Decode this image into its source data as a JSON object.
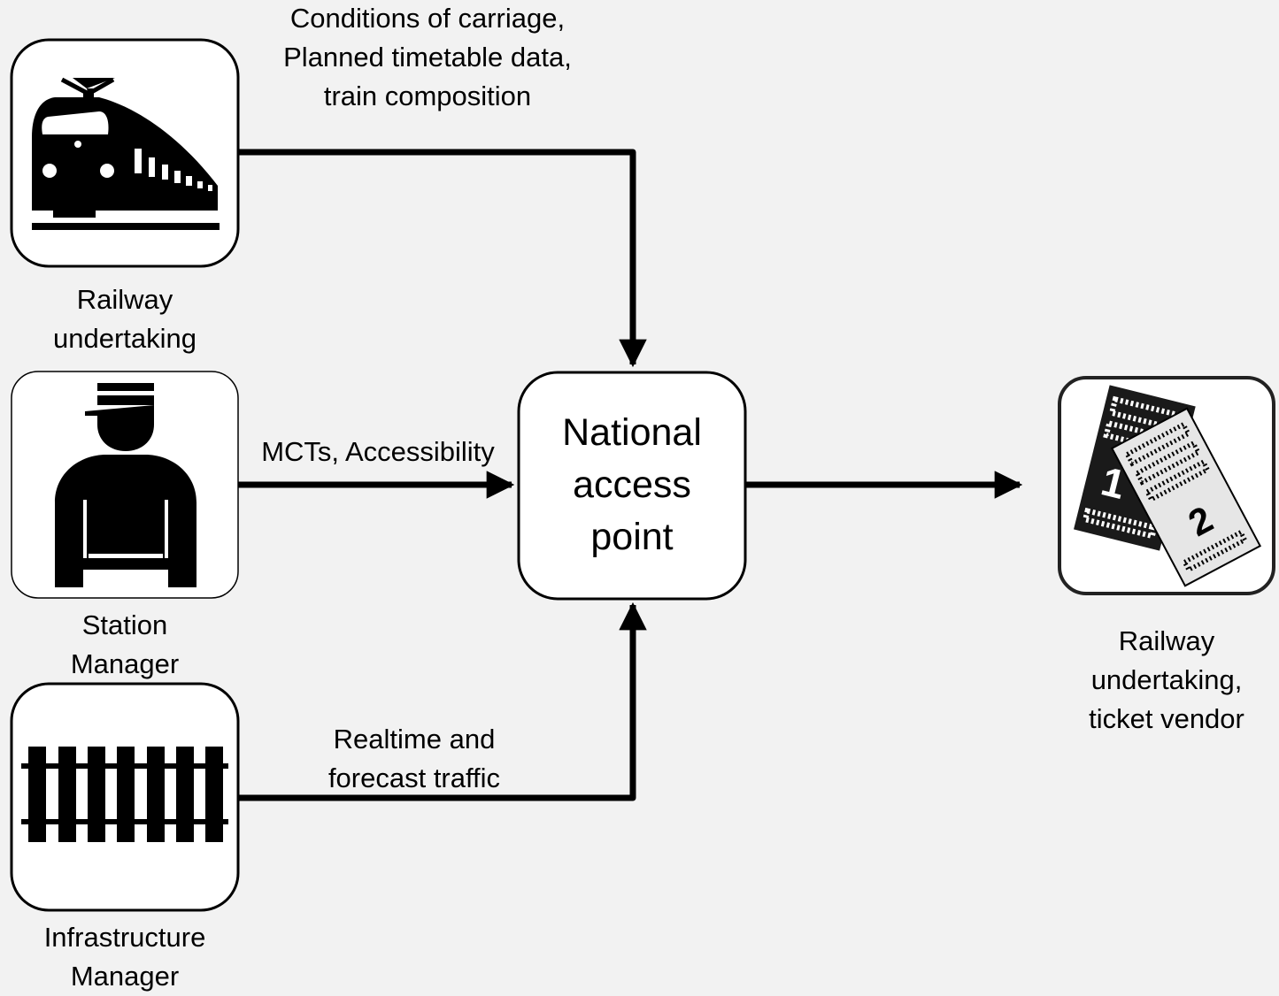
{
  "actors": {
    "railway_undertaking": {
      "label_lines": [
        "Railway",
        "undertaking"
      ],
      "icon": "train-icon"
    },
    "station_manager": {
      "label_lines": [
        "Station",
        "Manager"
      ],
      "icon": "station-manager-icon"
    },
    "infrastructure_manager": {
      "label_lines": [
        "Infrastructure",
        "Manager"
      ],
      "icon": "railway-track-icon"
    },
    "consumer": {
      "label_lines": [
        "Railway",
        "undertaking,",
        "ticket vendor"
      ],
      "icon": "tickets-icon"
    }
  },
  "hub": {
    "label_lines": [
      "National",
      "access",
      "point"
    ]
  },
  "flows": {
    "railway_undertaking": {
      "label_lines": [
        "Conditions of carriage,",
        "Planned timetable data,",
        "train composition"
      ]
    },
    "station_manager": {
      "label_lines": [
        "MCTs, Accessibility"
      ]
    },
    "infrastructure_manager": {
      "label_lines": [
        "Realtime and",
        "forecast traffic"
      ]
    }
  },
  "tickets": {
    "first": "1",
    "second": "2"
  },
  "colors": {
    "background": "#f2f2f2",
    "stroke": "#000000",
    "box_fill": "#ffffff",
    "icon_fill": "#000000",
    "ticket_light": "#e6e6e6"
  }
}
